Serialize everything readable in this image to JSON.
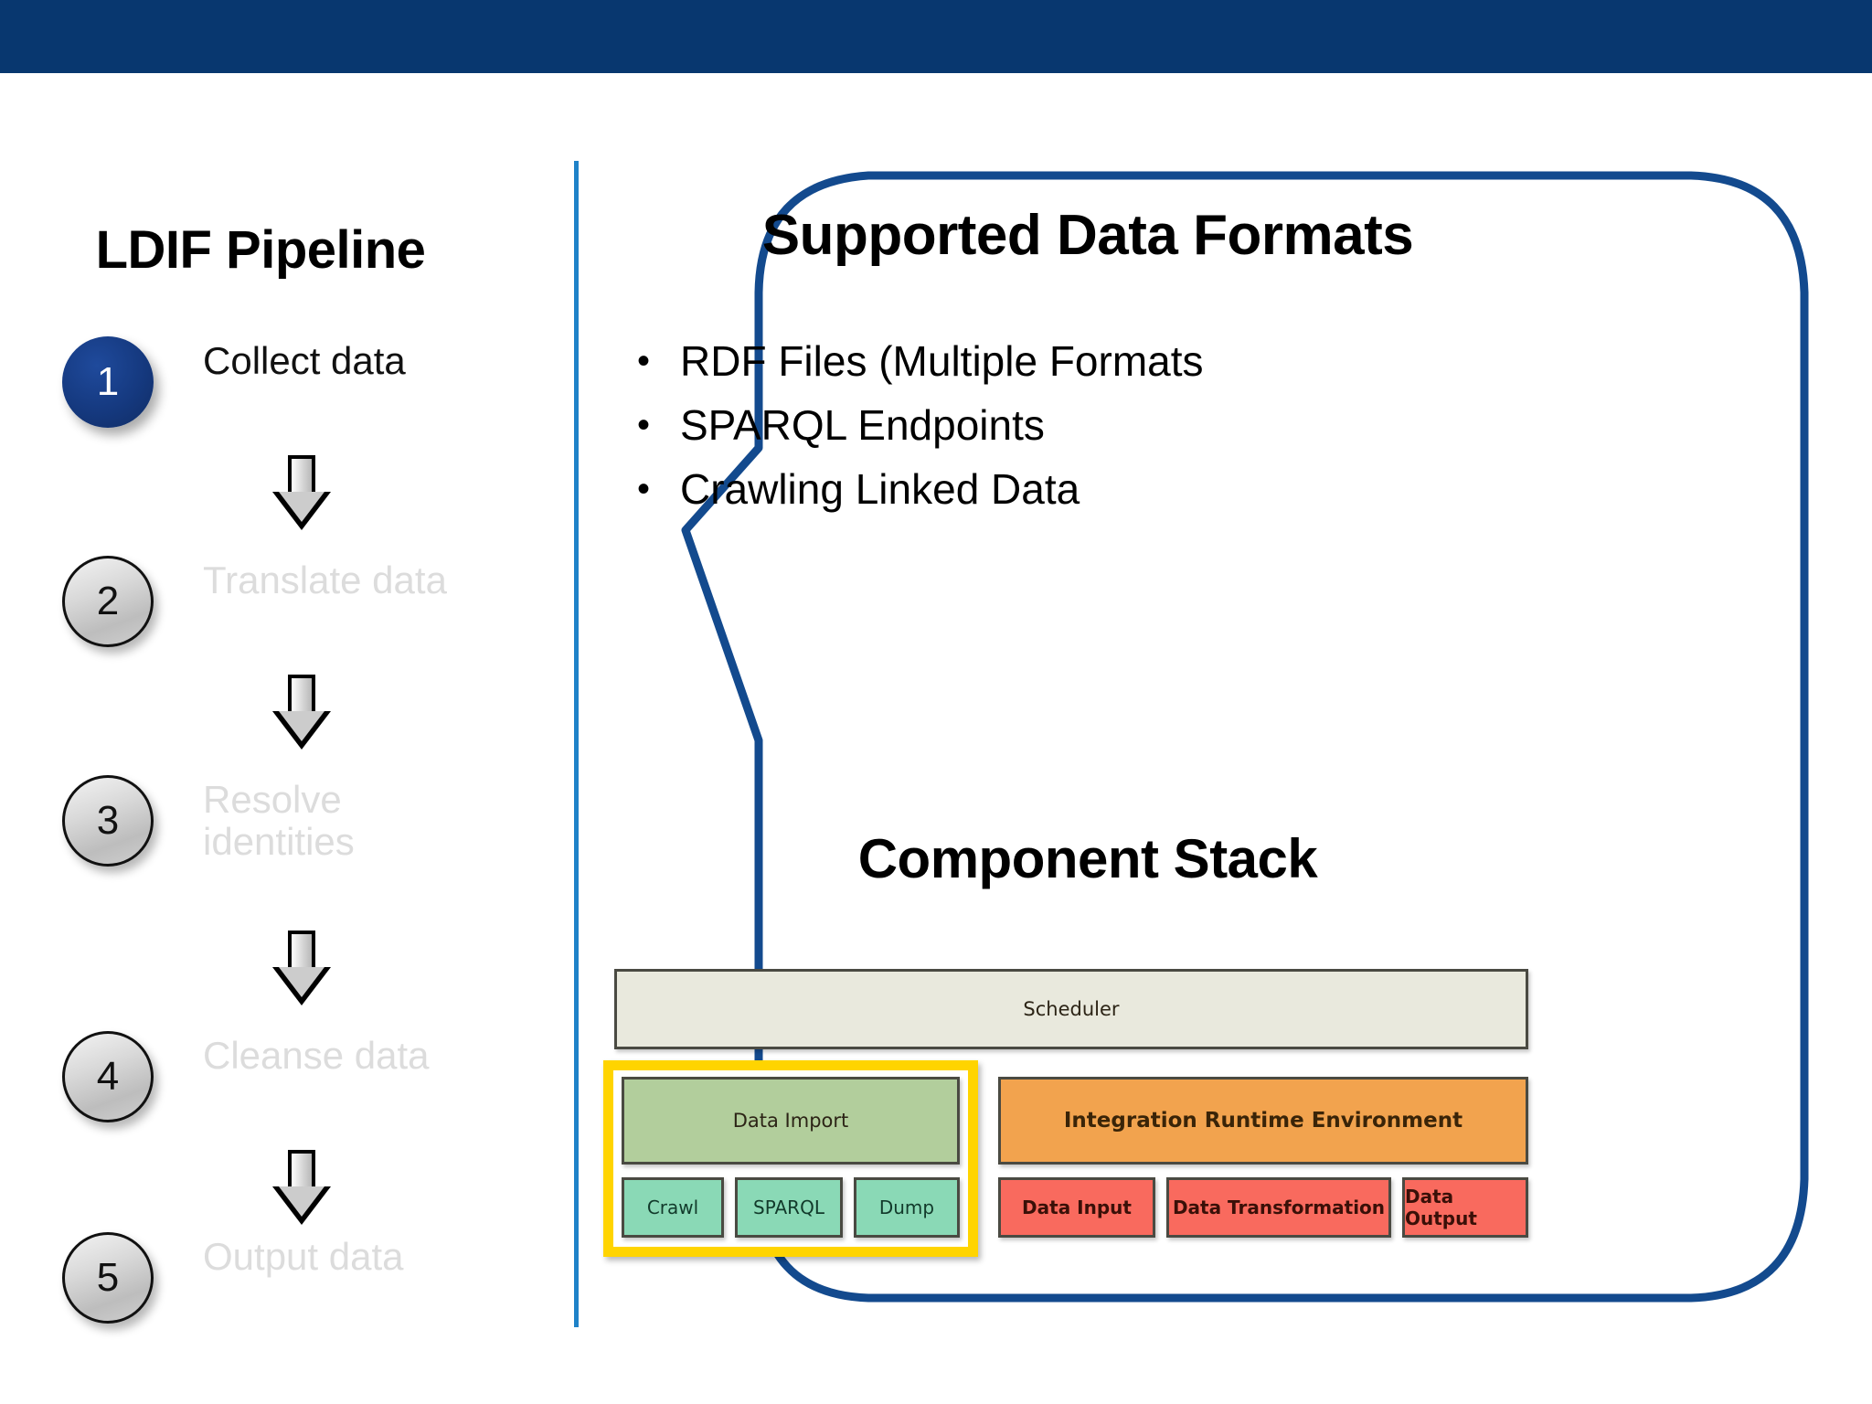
{
  "theme": {
    "header_bar_color": "#08376f",
    "divider_color": "#1f82c8",
    "bubble_border_color": "#134a8e",
    "active_step_color": "#15397f",
    "inactive_step_color": "#d9d9d9",
    "muted_text_color": "#dcdcdc",
    "highlight_frame_color": "#ffd400"
  },
  "left_panel": {
    "title": "LDIF Pipeline",
    "steps": [
      {
        "number": "1",
        "label": "Collect data",
        "state": "active"
      },
      {
        "number": "2",
        "label": "Translate data",
        "state": "inactive"
      },
      {
        "number": "3",
        "label": "Resolve identities",
        "state": "inactive"
      },
      {
        "number": "4",
        "label": "Cleanse data",
        "state": "inactive"
      },
      {
        "number": "5",
        "label": "Output data",
        "state": "inactive"
      }
    ],
    "arrow_glyph": "down-arrow"
  },
  "callout": {
    "formats_title": "Supported Data Formats",
    "bullet_char": "•",
    "bullets": [
      "RDF Files (Multiple Formats",
      "SPARQL Endpoints",
      "Crawling Linked Data"
    ],
    "stack_title": "Component Stack",
    "component_stack": {
      "scheduler": "Scheduler",
      "data_import": "Data Import",
      "integration_runtime": "Integration Runtime Environment",
      "import_sub_components": [
        "Crawl",
        "SPARQL",
        "Dump"
      ],
      "runtime_sub_components": [
        "Data Input",
        "Data Transformation",
        "Data Output"
      ],
      "colors": {
        "scheduler": "#e9e9dd",
        "data_import": "#b2ce9c",
        "integration_runtime": "#f2a34e",
        "import_sub": "#8ad9b6",
        "runtime_sub": "#f96a5e"
      }
    }
  }
}
